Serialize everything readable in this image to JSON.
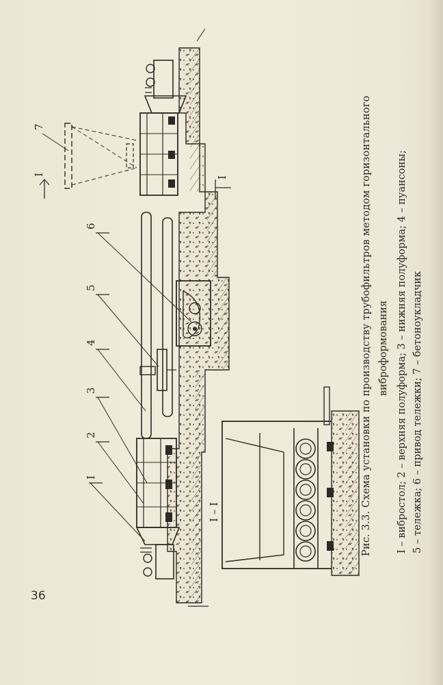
{
  "page_number": "36",
  "caption": {
    "title": "Рис. 3.3. Схема установки по производству трубофильтров методом горизонтального",
    "title_continued": "виброформования",
    "legend_line1": "I – вибростол; 2 – верхняя полуформа; 3 – нижняя полуформа; 4 – пуансоны;",
    "legend_line2": "5 – тележка; 6 – привод тележки; 7 – бетоноукладчик"
  },
  "figure_labels": {
    "label_1": "I",
    "label_2": "2",
    "label_3": "3",
    "label_4": "4",
    "label_5": "5",
    "label_6": "6",
    "label_7": "7",
    "section_mark_a": "I",
    "section_mark_b": "I",
    "section_view": "I – I"
  }
}
